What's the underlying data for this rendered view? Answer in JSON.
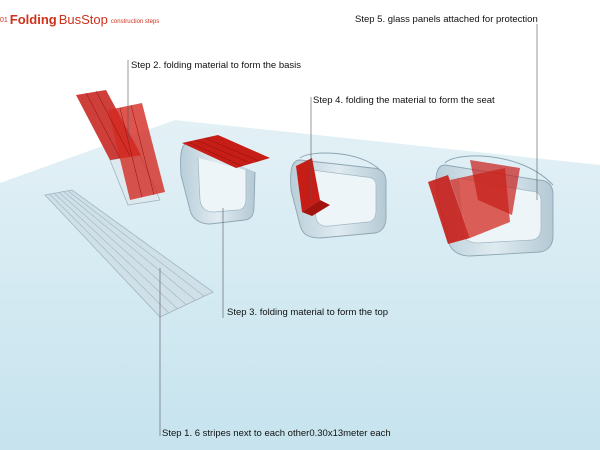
{
  "title": {
    "number": "01",
    "word_bold": "Folding",
    "word_regular": "BusStop",
    "subtitle": "construction steps"
  },
  "steps": [
    {
      "id": "step1",
      "label": "Step 1.  6 stripes next to each other0.30x13meter each"
    },
    {
      "id": "step2",
      "label": "Step 2.  folding material to form the basis"
    },
    {
      "id": "step3",
      "label": "Step 3.  folding material to form the top"
    },
    {
      "id": "step4",
      "label": "Step 4. folding the material to form the seat"
    },
    {
      "id": "step5",
      "label": "Step 5. glass panels attached for protection"
    }
  ],
  "colors": {
    "accent": "#d0311d",
    "ground": "#cde8f1",
    "stripe": "#c9dde8",
    "glass": "#c61d17",
    "leader": "#555555"
  }
}
